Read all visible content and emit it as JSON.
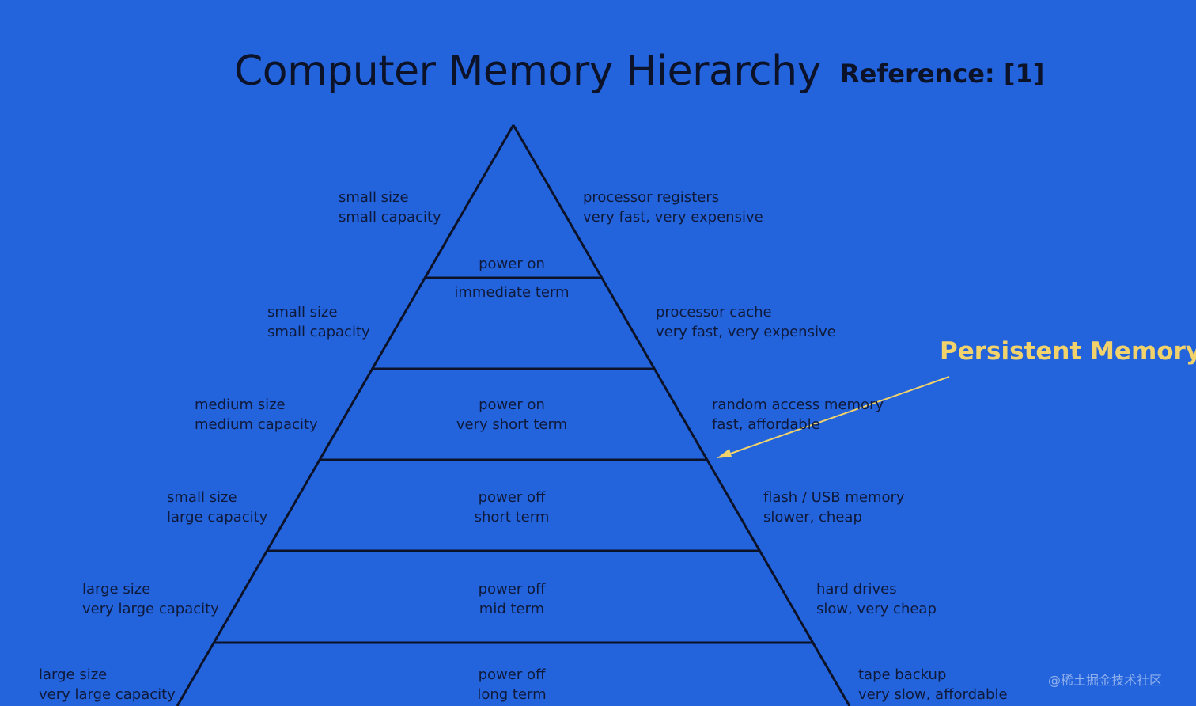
{
  "title": "Computer Memory Hierarchy",
  "reference": "Reference: [1]",
  "annotation": "Persistent Memory?",
  "watermark": "@稀土掘金技术社区",
  "colors": {
    "background": "#2363dc",
    "lines": "#0c1228",
    "annotation": "#f2d36b"
  },
  "levels": [
    {
      "left": [
        "small size",
        "small capacity"
      ],
      "center": [
        "power on"
      ],
      "right": [
        "processor registers",
        "very fast, very expensive"
      ]
    },
    {
      "left": [
        "small size",
        "small capacity"
      ],
      "center": [
        "immediate term"
      ],
      "right": [
        "processor cache",
        "very fast, very expensive"
      ]
    },
    {
      "left": [
        "medium size",
        "medium capacity"
      ],
      "center": [
        "power on",
        "very short term"
      ],
      "right": [
        "random access memory",
        "fast, affordable"
      ]
    },
    {
      "left": [
        "small size",
        "large capacity"
      ],
      "center": [
        "power off",
        "short term"
      ],
      "right": [
        "flash / USB memory",
        "slower, cheap"
      ]
    },
    {
      "left": [
        "large size",
        "very large capacity"
      ],
      "center": [
        "power off",
        "mid term"
      ],
      "right": [
        "hard drives",
        "slow, very cheap"
      ]
    },
    {
      "left": [
        "large size",
        "very large capacity"
      ],
      "center": [
        "power off",
        "long term"
      ],
      "right": [
        "tape backup",
        "very slow, affordable"
      ]
    }
  ]
}
